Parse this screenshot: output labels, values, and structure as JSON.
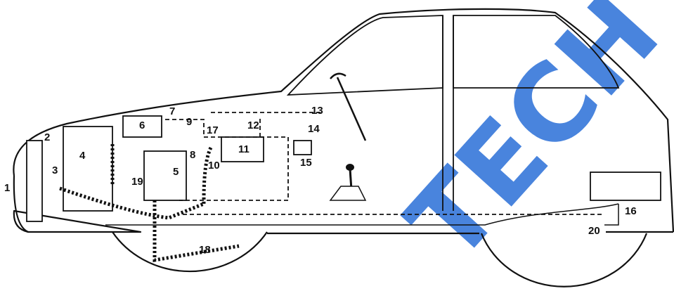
{
  "diagram": {
    "callouts": [
      "1",
      "2",
      "3",
      "4",
      "5",
      "6",
      "7",
      "8",
      "9",
      "10",
      "11",
      "12",
      "13",
      "14",
      "15",
      "16",
      "17",
      "18",
      "19",
      "20"
    ]
  },
  "watermark": {
    "text": "TECH",
    "color": "#2a6fd8"
  },
  "colors": {
    "line": "#111111",
    "background": "#ffffff"
  }
}
